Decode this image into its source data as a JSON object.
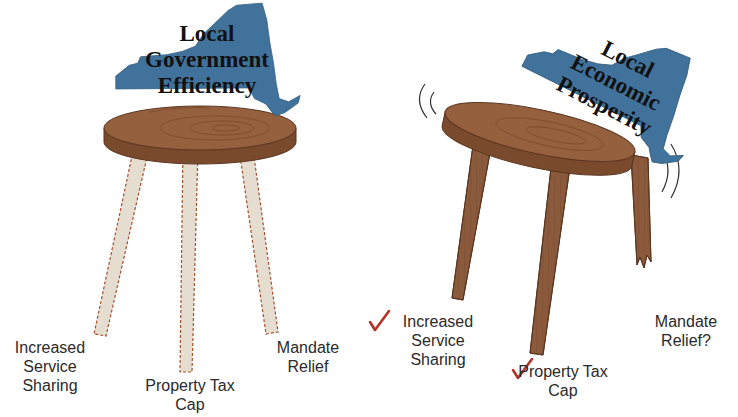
{
  "diagram": {
    "nodes": [
      {
        "text": [
          "Local Government Efficiency"
        ]
      },
      {
        "text": [
          "Local Economic Prosperity"
        ]
      }
    ],
    "labels": [
      "Increased Service Sharing",
      "Property Tax Cap",
      "Mandate Relief",
      "Increased Service Sharing",
      "Property Tax Cap",
      "Mandate Relief?"
    ]
  }
}
